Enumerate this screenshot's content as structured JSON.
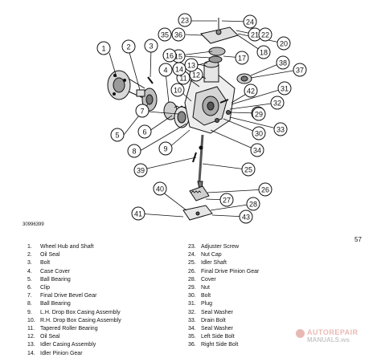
{
  "figure": {
    "id": "30996399",
    "page_number": "57",
    "callouts": [
      "1",
      "2",
      "3",
      "4",
      "5",
      "6",
      "7",
      "8",
      "9",
      "10",
      "11",
      "12",
      "13",
      "14",
      "15",
      "16",
      "17",
      "18",
      "19",
      "20",
      "21",
      "22",
      "23",
      "24",
      "25",
      "26",
      "27",
      "28",
      "29",
      "30",
      "31",
      "32",
      "33",
      "34",
      "35",
      "36",
      "37",
      "38",
      "39",
      "40",
      "41",
      "42",
      "43"
    ]
  },
  "legend_left": [
    {
      "num": "1.",
      "label": "Wheel Hub and Shaft"
    },
    {
      "num": "2.",
      "label": "Oil Seal"
    },
    {
      "num": "3.",
      "label": "Bolt"
    },
    {
      "num": "4.",
      "label": "Case Cover"
    },
    {
      "num": "5.",
      "label": "Ball Bearing"
    },
    {
      "num": "6.",
      "label": "Clip"
    },
    {
      "num": "7.",
      "label": "Final Drive Bevel Gear"
    },
    {
      "num": "8.",
      "label": "Ball Bearing"
    },
    {
      "num": "9.",
      "label": "L.H. Drop Box Casing Assembly"
    },
    {
      "num": "10.",
      "label": "R.H. Drop Box Casing Assembly"
    },
    {
      "num": "11.",
      "label": "Tapered Roller Bearing"
    },
    {
      "num": "12.",
      "label": "Oil Seal"
    },
    {
      "num": "13.",
      "label": "Idler Casing Assembly"
    },
    {
      "num": "14.",
      "label": "Idler Pinion Gear"
    }
  ],
  "legend_right": [
    {
      "num": "23.",
      "label": "Adjuster Screw"
    },
    {
      "num": "24.",
      "label": "Nut Cap"
    },
    {
      "num": "25.",
      "label": "Idler Shaft"
    },
    {
      "num": "26.",
      "label": "Final Drive Pinion Gear"
    },
    {
      "num": "28.",
      "label": "Cover"
    },
    {
      "num": "29.",
      "label": "Nut"
    },
    {
      "num": "30.",
      "label": "Bolt"
    },
    {
      "num": "31.",
      "label": "Plug"
    },
    {
      "num": "32.",
      "label": "Seal Washer"
    },
    {
      "num": "33.",
      "label": "Drain Bolt"
    },
    {
      "num": "34.",
      "label": "Seal Washer"
    },
    {
      "num": "35.",
      "label": "Left Side Bolt"
    },
    {
      "num": "36.",
      "label": "Right Side Bolt"
    }
  ],
  "watermark": {
    "line1": "AUTOREPAIR",
    "line2": "MANUALS.ws"
  }
}
